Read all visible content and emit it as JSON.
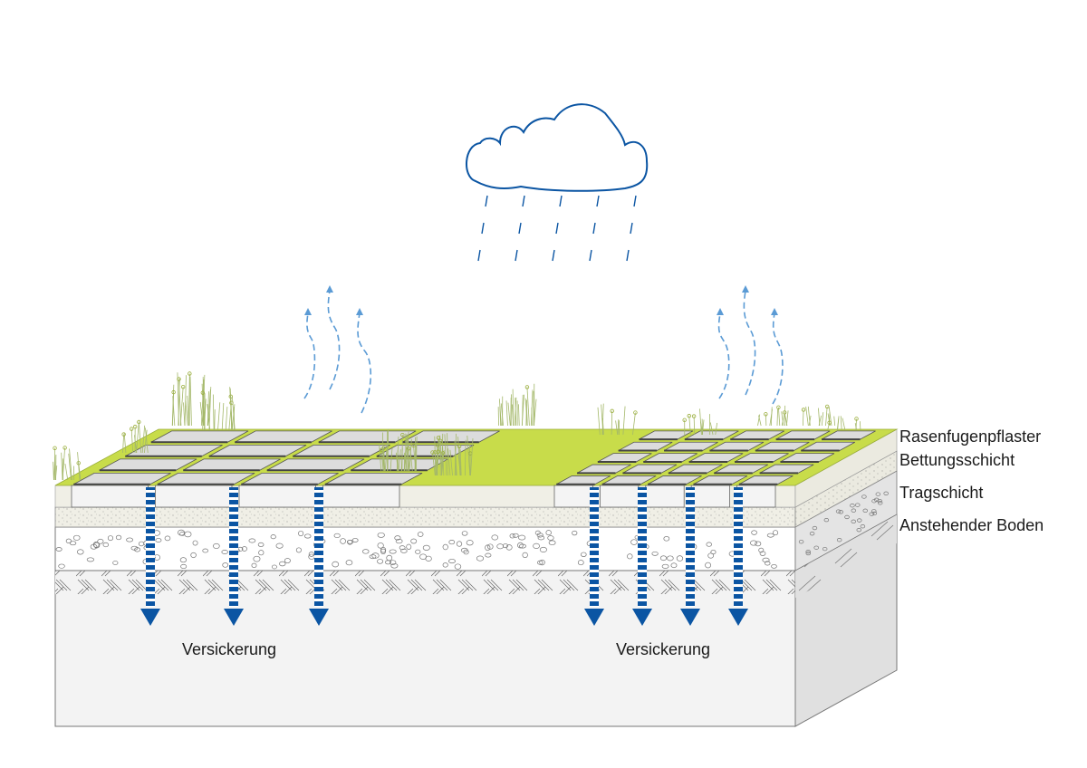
{
  "diagram": {
    "title": "Rasenfugenpflaster – Versickerung",
    "layers": [
      {
        "id": "rasenfugenpflaster",
        "label": "Rasenfugenpflaster"
      },
      {
        "id": "bettungsschicht",
        "label": "Bettungsschicht"
      },
      {
        "id": "tragschicht",
        "label": "Tragschicht"
      },
      {
        "id": "anstehender-boden",
        "label": "Anstehender Boden"
      }
    ],
    "infiltration_labels": [
      "Versickerung",
      "Versickerung"
    ],
    "sections": [
      {
        "name": "large-paving-section",
        "infiltration_arrows": 3
      },
      {
        "name": "small-paving-section",
        "infiltration_arrows": 4
      }
    ],
    "weather": {
      "icon": "rain-cloud-icon",
      "rain_rows": 3,
      "rain_cols": 5
    },
    "evaporation": [
      {
        "name": "evaporation-left",
        "arrows": 3
      },
      {
        "name": "evaporation-right",
        "arrows": 3
      }
    ],
    "colors": {
      "grass": "#c8dc4a",
      "grass_dark": "#9aae3a",
      "paver_top": "#dcdcdc",
      "paver_front": "#f4f4f4",
      "bedding": "#f0efe6",
      "base_layer": "#ffffff",
      "soil": "#f3f3f3",
      "side": "#e0e0e0",
      "water": "#0b55a3",
      "vapor": "#5b9bd5",
      "cloud": "#0b55a3",
      "outline": "#555555"
    }
  }
}
